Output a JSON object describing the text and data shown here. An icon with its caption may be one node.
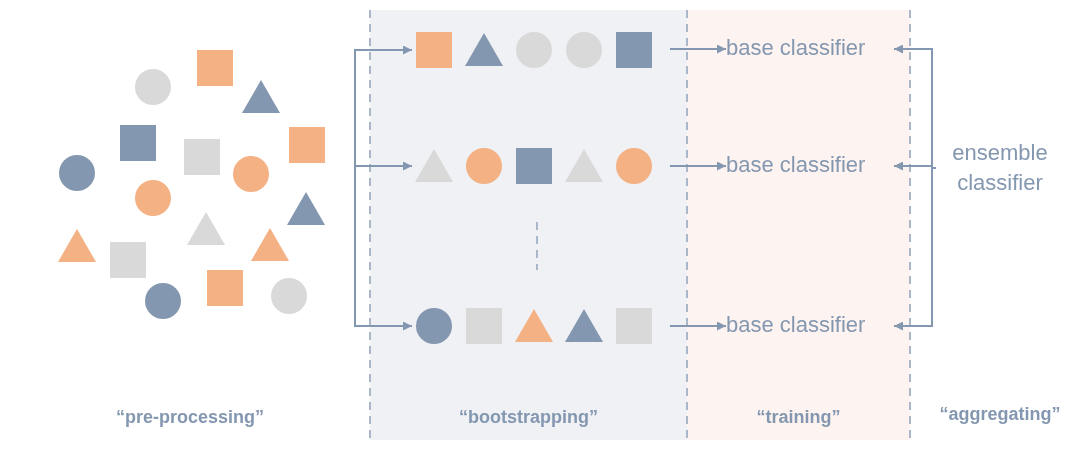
{
  "diagram": {
    "nodes": [
      {
        "text": [
          "“bootstrapping”"
        ]
      },
      {
        "text": [],
        "shape": "picture",
        "in": 0
      },
      {
        "text": [],
        "shape": "picture",
        "in": 0
      },
      {
        "text": [],
        "shape": "picture",
        "in": 0
      },
      {
        "text": [
          "“training”"
        ]
      },
      {
        "text": [
          "base classifier"
        ],
        "in": 4
      },
      {
        "text": [
          "base classifier"
        ],
        "in": 4
      },
      {
        "text": [
          "base classifier"
        ],
        "in": 4
      },
      {
        "text": [
          "ensemble classifier"
        ]
      }
    ],
    "edges": [
      {
        "from": null,
        "to": 1,
        "arrow": "to"
      },
      {
        "from": null,
        "to": 2,
        "arrow": "to"
      },
      {
        "from": null,
        "to": 3,
        "arrow": "to"
      },
      {
        "from": 1,
        "to": 5,
        "arrow": "to"
      },
      {
        "from": 2,
        "to": 6,
        "arrow": "to"
      },
      {
        "from": 3,
        "to": 7,
        "arrow": "to"
      },
      {
        "from": 8,
        "to": 5,
        "arrow": "to"
      },
      {
        "from": 8,
        "to": 6,
        "arrow": "to"
      },
      {
        "from": 8,
        "to": 7,
        "arrow": "to"
      }
    ],
    "labels": [
      "“pre-processing”",
      "“aggregating”"
    ]
  }
}
